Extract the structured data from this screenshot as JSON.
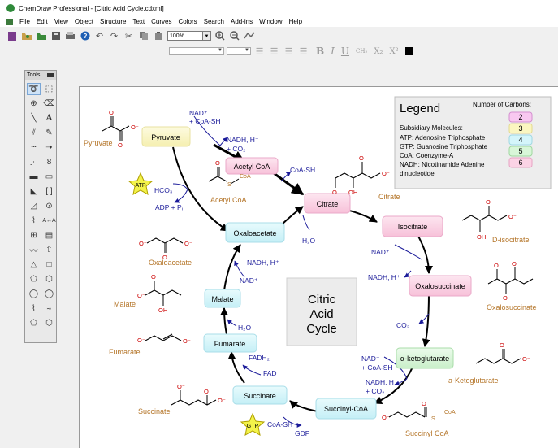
{
  "window": {
    "title": "ChemDraw Professional - [Citric Acid Cycle.cdxml]"
  },
  "menu": [
    "File",
    "Edit",
    "View",
    "Object",
    "Structure",
    "Text",
    "Curves",
    "Colors",
    "Search",
    "Add-ins",
    "Window",
    "Help"
  ],
  "toolbar": {
    "zoom_value": "100%"
  },
  "format_toolbar": {
    "bold": "B",
    "italic": "I",
    "underline": "U",
    "formula": "CH₂",
    "subscript": "X₂",
    "superscript": "X²"
  },
  "tools": {
    "title": "Tools"
  },
  "diagram": {
    "center": [
      "Citric",
      "Acid",
      "Cycle"
    ],
    "nodes": {
      "pyruvate": "Pyruvate",
      "acetylcoa": "Acetyl CoA",
      "citrate": "Citrate",
      "isocitrate": "Isocitrate",
      "oxalosuccinate": "Oxalosuccinate",
      "akg": "α-ketoglutarate",
      "succinylcoa": "Succinyl-CoA",
      "succinate": "Succinate",
      "fumarate": "Fumarate",
      "malate": "Malate",
      "oxaloacetate": "Oxaloacetate"
    },
    "cofactors": {
      "nad_plus": "NAD⁺",
      "coash_plus": "+ CoA-SH",
      "nadh": "NADH, H⁺",
      "co2_plus": "+ CO₂",
      "coa_sh": "CoA-SH",
      "h2o": "H₂O",
      "nadh_h": "NADH, H⁺",
      "co2": "CO₂",
      "gdp": "GDP",
      "fad": "FAD",
      "fadh2": "FADH₂",
      "hco3": "HCO₃⁻",
      "adp_pi": "ADP + Pᵢ",
      "atp": "ATP",
      "gtp": "GTP"
    },
    "structure_labels": {
      "pyruvate": "Pyruvate",
      "acetylcoa": "Acetyl CoA",
      "citrate": "Citrate",
      "d_isocitrate": "D-isocitrate",
      "oxalosuccinate": "Oxalosuccinate",
      "a_ketoglutarate": "a-Ketoglutarate",
      "succinyl_coa": "Succinyl CoA",
      "succinate": "Succinate",
      "fumarate": "Fumarate",
      "malate": "Malate",
      "oxaloacetate": "Oxaloacetate"
    },
    "atoms": {
      "O": "O",
      "O_minus": "O⁻",
      "OH": "OH",
      "S": "S",
      "CoA": "CoA"
    }
  },
  "legend": {
    "title": "Legend",
    "carbons_title": "Number of Carbons:",
    "lines": [
      "Subsidiary Molecules:",
      "ATP: Adenosine Triphosphate",
      "GTP: Guanosine Triphosphate",
      "CoA: Coenzyme-A",
      "NADH: Nicotinamide Adenine",
      "dinucleotide"
    ],
    "carbons": [
      "2",
      "3",
      "4",
      "5",
      "6"
    ]
  },
  "colors": {
    "pink_box": "#fbd3e5",
    "yellow_box": "#fbf6c0",
    "cyan_box": "#d4f5fa",
    "green_box": "#d8f6d8",
    "blue_text": "#1a1a99",
    "brown_text": "#b5762a",
    "red_atom": "#cc0000",
    "star": "#f3f34a"
  }
}
